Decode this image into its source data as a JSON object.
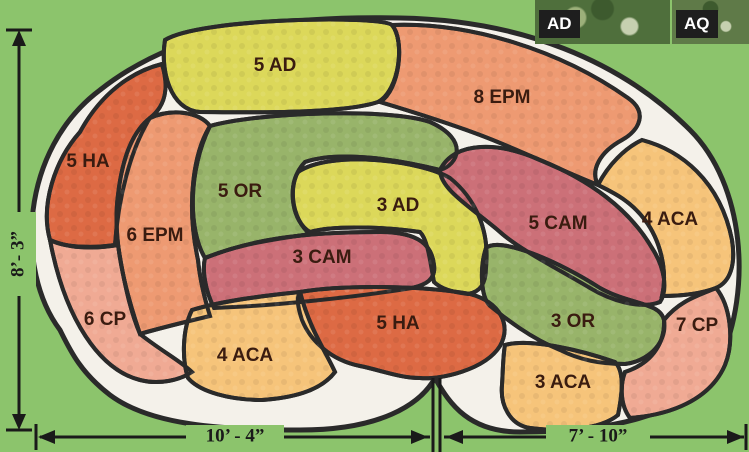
{
  "colors": {
    "background": "#8cc46c",
    "border": "#2a2a2a",
    "AD": "#dcd85a",
    "EPM": "#ee9a72",
    "HA": "#dd6a44",
    "OR": "#98b46a",
    "CAM": "#cc7078",
    "ACA": "#f6c47a",
    "CP": "#f0aa94"
  },
  "insets": [
    {
      "label": "AD",
      "swatch": "#4f6f3c"
    },
    {
      "label": "AQ",
      "swatch": "#5f7a48"
    }
  ],
  "plantings": [
    {
      "id": "ad5",
      "label": "5 AD",
      "type": "AD"
    },
    {
      "id": "epm8",
      "label": "8 EPM",
      "type": "EPM"
    },
    {
      "id": "ha5left",
      "label": "5 HA",
      "type": "HA"
    },
    {
      "id": "epm6",
      "label": "6 EPM",
      "type": "EPM"
    },
    {
      "id": "cp6",
      "label": "6 CP",
      "type": "CP"
    },
    {
      "id": "or5",
      "label": "5 OR",
      "type": "OR"
    },
    {
      "id": "ad3",
      "label": "3 AD",
      "type": "AD"
    },
    {
      "id": "cam3",
      "label": "3 CAM",
      "type": "CAM"
    },
    {
      "id": "cam5",
      "label": "5 CAM",
      "type": "CAM"
    },
    {
      "id": "aca4right",
      "label": "4 ACA",
      "type": "ACA"
    },
    {
      "id": "or3",
      "label": "3 OR",
      "type": "OR"
    },
    {
      "id": "cp7",
      "label": "7 CP",
      "type": "CP"
    },
    {
      "id": "ha5bottom",
      "label": "5 HA",
      "type": "HA"
    },
    {
      "id": "aca4left",
      "label": "4 ACA",
      "type": "ACA"
    },
    {
      "id": "aca3",
      "label": "3 ACA",
      "type": "ACA"
    }
  ],
  "dimensions": {
    "height": "8’- 3”",
    "width_left": "10’ - 4”",
    "width_right": "7’ - 10”"
  }
}
